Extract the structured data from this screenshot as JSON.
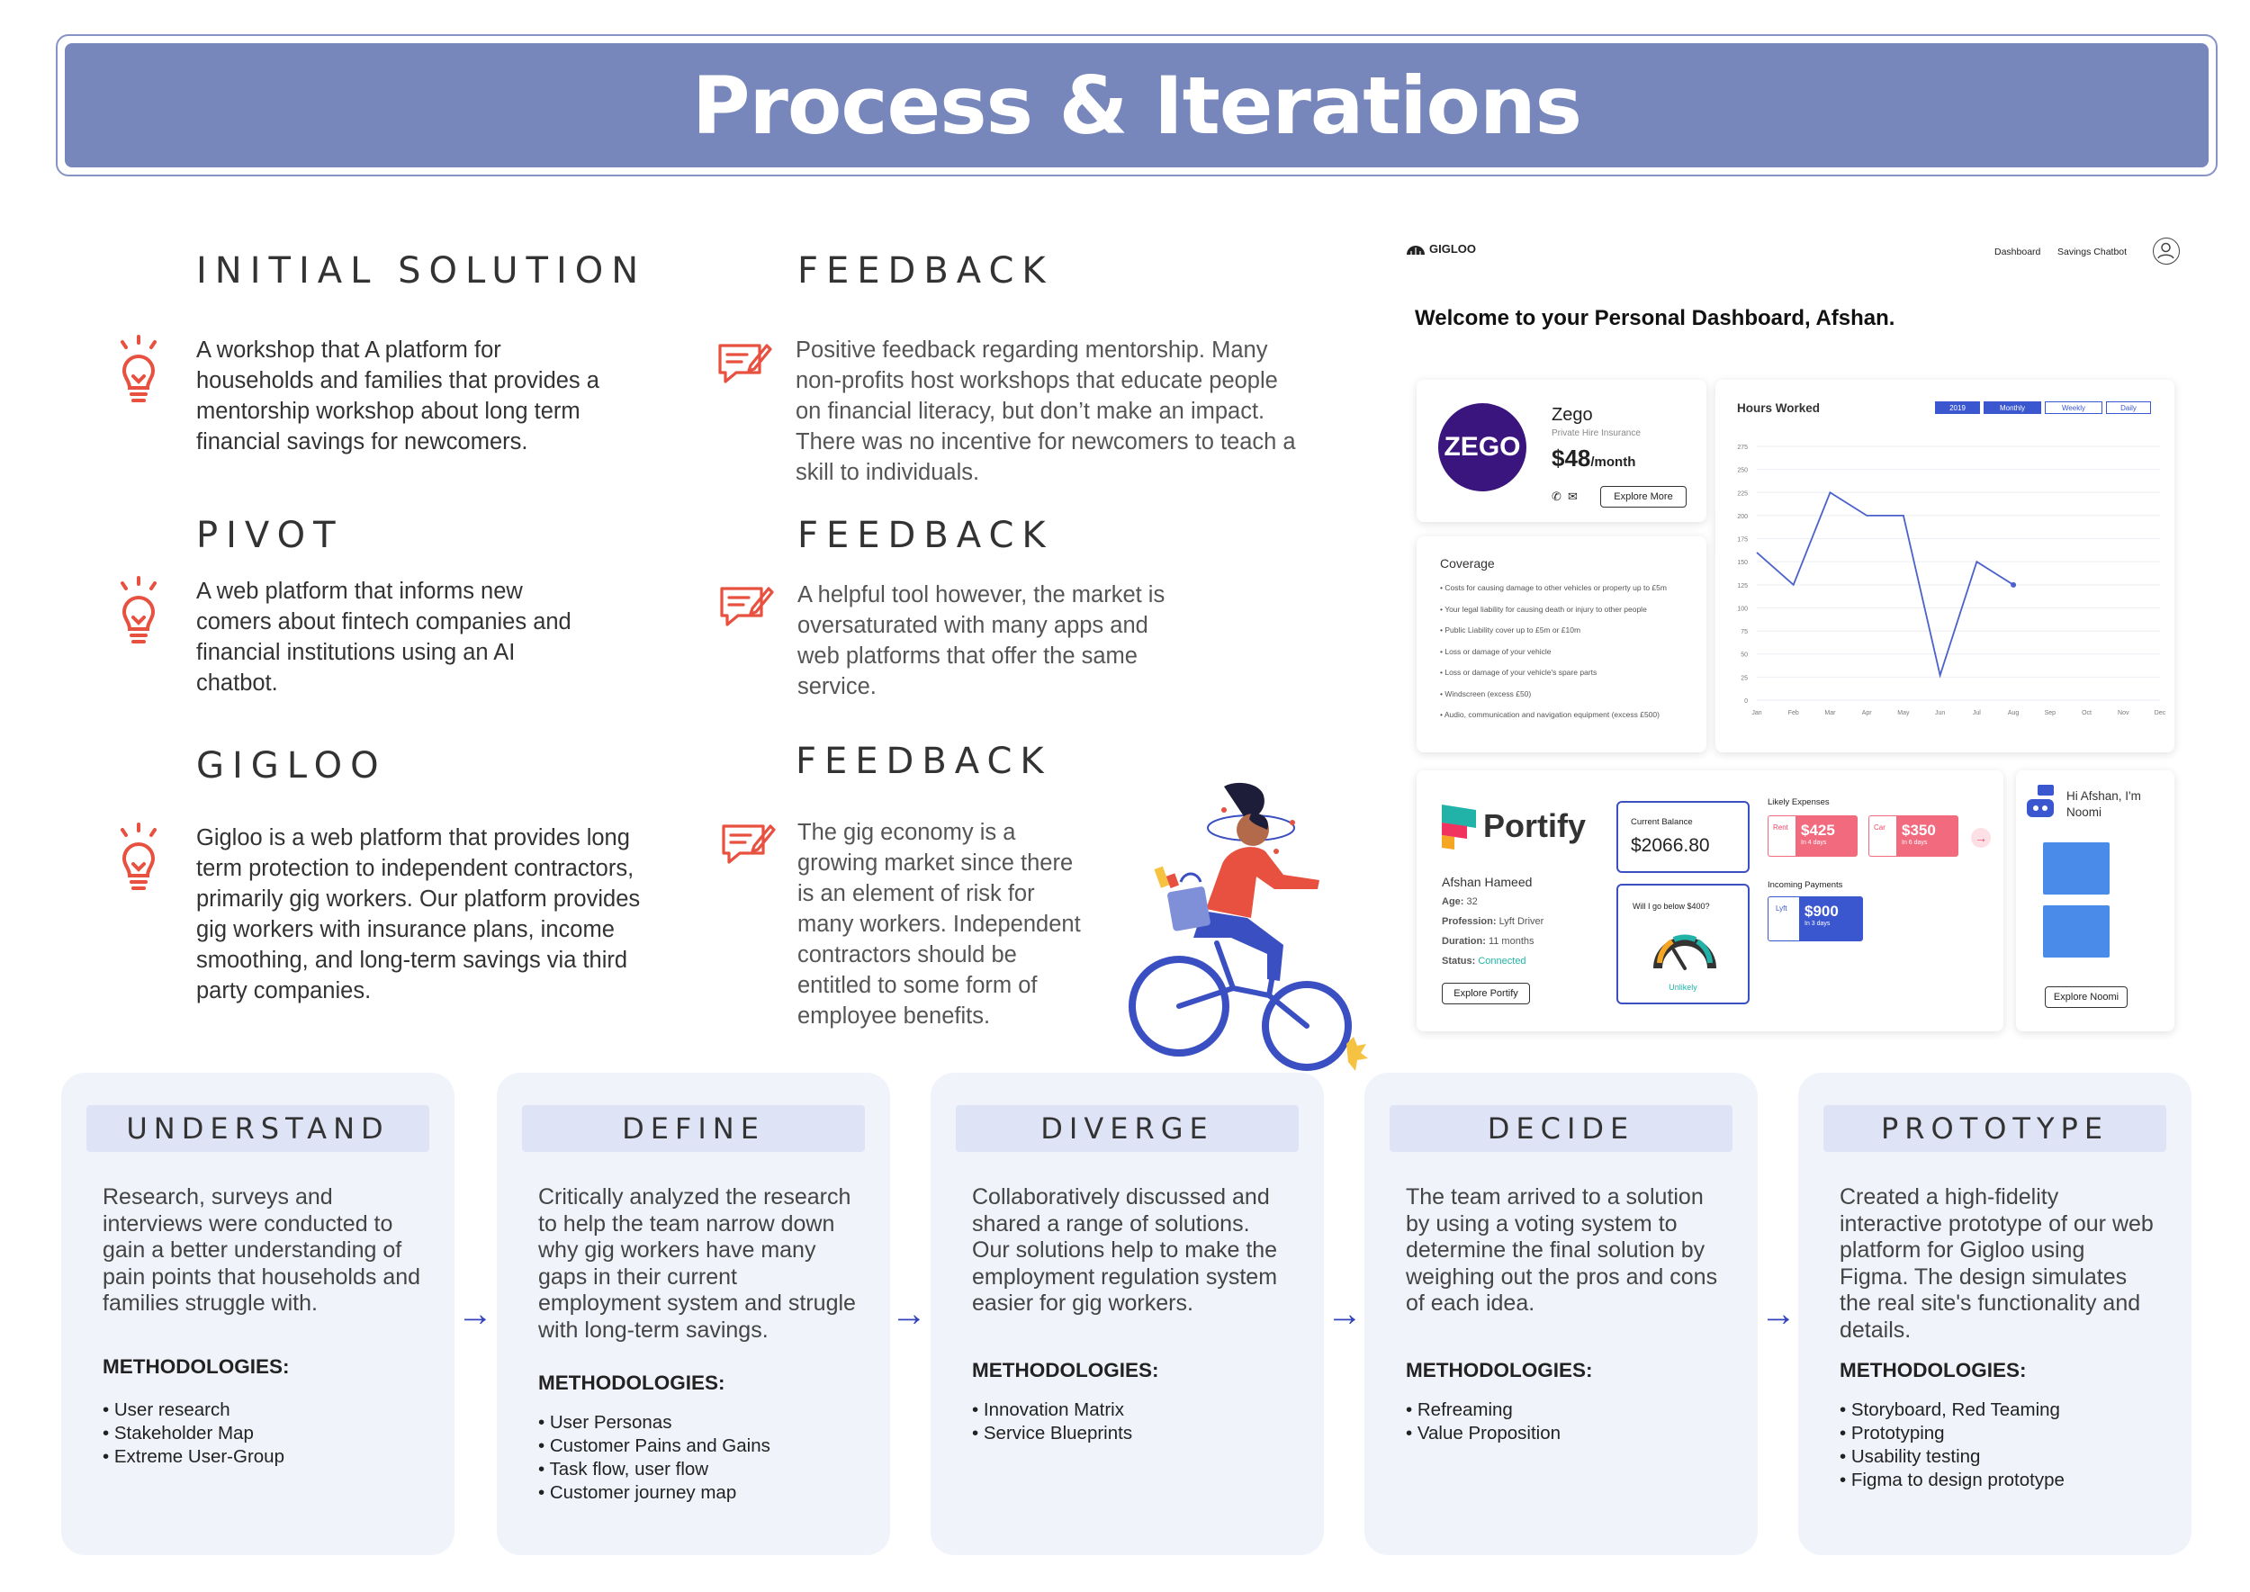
{
  "banner": {
    "title": "Process & Iterations"
  },
  "left": [
    {
      "heading": "INITIAL SOLUTION",
      "text": "A workshop that A platform for households and families that provides a mentorship workshop about long term financial savings for newcomers."
    },
    {
      "heading": "PIVOT",
      "text": "A web platform that informs new comers about fintech companies and financial institutions using an AI chatbot."
    },
    {
      "heading": "GIGLOO",
      "text": "Gigloo is a web platform that provides long term protection to independent contractors, primarily gig workers. Our platform provides gig workers with insurance plans, income smoothing, and long-term savings via third party companies."
    }
  ],
  "feedback": [
    {
      "heading": "FEEDBACK",
      "text": "Positive feedback regarding mentorship. Many non-profits host workshops that educate people on financial literacy, but don’t make an impact. There was no incentive for newcomers to teach a skill to individuals."
    },
    {
      "heading": "FEEDBACK",
      "text": "A helpful tool however, the market is oversaturated with many apps and web platforms that offer the same service."
    },
    {
      "heading": "FEEDBACK",
      "text": "The gig economy is a growing market since there is an element of risk for many workers. Independent contractors should be entitled to some form of employee benefits."
    }
  ],
  "dashboard": {
    "brand": "GIGLOO",
    "nav": [
      "Dashboard",
      "Savings Chatbot"
    ],
    "welcome": "Welcome to your Personal Dashboard, Afshan.",
    "zego": {
      "logo": "ZEGO",
      "name": "Zego",
      "sub": "Private Hire Insurance",
      "price": "$48",
      "per": "/month",
      "button": "Explore More"
    },
    "coverage": {
      "title": "Coverage",
      "items": [
        "Costs for causing damage to other vehicles or property up to £5m",
        "Your legal liability for causing death or injury to other people",
        "Public Liability cover up to £5m or £10m",
        "Loss or damage of your vehicle",
        "Loss or damage of your vehicle's spare parts",
        "Windscreen (excess £50)",
        "Audio, communication and navigation equipment (excess £500)"
      ]
    },
    "hours": {
      "title": "Hours Worked",
      "filters": [
        "2019",
        "Monthly",
        "Weekly",
        "Daily"
      ]
    },
    "portify": {
      "logo": "Portify",
      "user": "Afshan Hameed",
      "age_label": "Age:",
      "age": "32",
      "prof_label": "Profession:",
      "prof": "Lyft Driver",
      "dur_label": "Duration:",
      "dur": "11 months",
      "status_label": "Status:",
      "status": "Connected",
      "button": "Explore Portify"
    },
    "balance": {
      "label": "Current Balance",
      "value": "$2066.80"
    },
    "gauge": {
      "question": "Will I go below $400?",
      "answer": "Unlikely"
    },
    "expenses": {
      "title": "Likely Expenses",
      "items": [
        {
          "name": "Rent",
          "amount": "$425",
          "when": "In 4 days"
        },
        {
          "name": "Car",
          "amount": "$350",
          "when": "In 6 days"
        }
      ]
    },
    "incoming": {
      "title": "Incoming Payments",
      "items": [
        {
          "name": "Lyft",
          "amount": "$900",
          "when": "In 3 days"
        }
      ]
    },
    "noomi": {
      "greeting": "Hi Afshan, I'm Noomi",
      "button": "Explore Noomi"
    }
  },
  "chart_data": {
    "type": "line",
    "title": "Hours Worked",
    "categories": [
      "Jan",
      "Feb",
      "Mar",
      "Apr",
      "May",
      "Jun",
      "Jul",
      "Aug",
      "Sep",
      "Oct",
      "Nov",
      "Dec"
    ],
    "series": [
      {
        "values": [
          160,
          125,
          225,
          200,
          200,
          27,
          150,
          125
        ]
      }
    ],
    "yticks": [
      0,
      25,
      50,
      75,
      100,
      125,
      150,
      175,
      200,
      225,
      250,
      275
    ],
    "ylim": [
      0,
      275
    ],
    "grid": true
  },
  "steps": [
    {
      "title": "UNDERSTAND",
      "text": "Research, surveys and interviews were conducted to gain a better understanding of pain points that households and families struggle with.",
      "meth": "METHODOLOGIES:",
      "items": [
        "User research",
        "Stakeholder Map",
        "Extreme User-Group"
      ]
    },
    {
      "title": "DEFINE",
      "text": "Critically analyzed the research to help the team narrow down why gig workers have many gaps in their current employment system and strugle with long-term savings.",
      "meth": "METHODOLOGIES:",
      "items": [
        "User Personas",
        "Customer Pains and Gains",
        "Task flow, user flow",
        "Customer journey map"
      ]
    },
    {
      "title": "DIVERGE",
      "text": "Collaboratively discussed and shared a range of solutions. Our solutions help to make the employment regulation system easier for gig workers.",
      "meth": "METHODOLOGIES:",
      "items": [
        "Innovation Matrix",
        "Service Blueprints"
      ]
    },
    {
      "title": "DECIDE",
      "text": "The team arrived to a solution by using a voting system to determine the final solution by weighing out the pros and cons of each idea.",
      "meth": "METHODOLOGIES:",
      "items": [
        "Refreaming",
        "Value Proposition"
      ]
    },
    {
      "title": "PROTOTYPE",
      "text": "Created a high-fidelity interactive prototype of our web platform for Gigloo using Figma. The design simulates the real site's functionality and details.",
      "meth": "METHODOLOGIES:",
      "items": [
        "Storyboard, Red Teaming",
        "Prototyping",
        "Usability testing",
        "Figma to design prototype"
      ]
    }
  ],
  "colors": {
    "banner": "#7787bb",
    "accent_red": "#e8503f",
    "step_card": "#f1f3fb",
    "arrow": "#3344bb"
  }
}
